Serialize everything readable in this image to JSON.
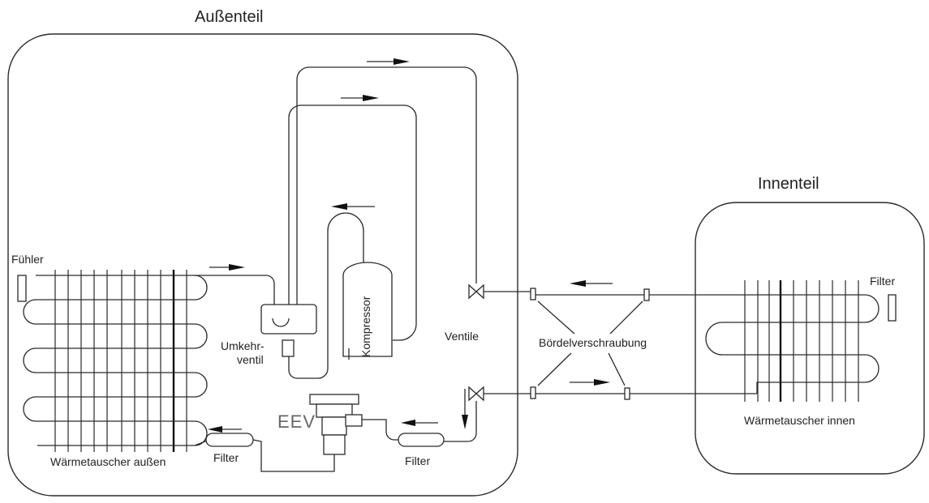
{
  "outdoor_unit": {
    "title": "Außenteil"
  },
  "indoor_unit": {
    "title": "Innenteil"
  },
  "labels": {
    "sensor": "Fühler",
    "reversing_valve_line1": "Umkehr-",
    "reversing_valve_line2": "ventil",
    "compressor": "Kompressor",
    "valves": "Ventile",
    "flare_fitting": "Bördelverschraubung",
    "eev": "EEV",
    "filter_outdoor_left": "Filter",
    "filter_outdoor_right": "Filter",
    "filter_indoor": "Filter",
    "heat_exchanger_outdoor": "Wärmetauscher außen",
    "heat_exchanger_indoor": "Wärmetauscher innen"
  }
}
